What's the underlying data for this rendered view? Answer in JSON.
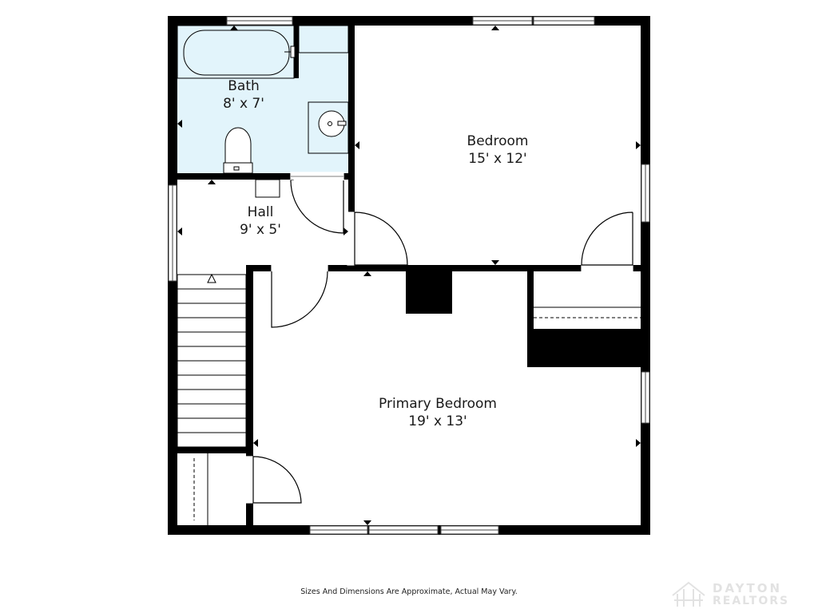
{
  "rooms": {
    "bath": {
      "name": "Bath",
      "size": "8' x 7'"
    },
    "bedroom": {
      "name": "Bedroom",
      "size": "15' x 12'"
    },
    "hall": {
      "name": "Hall",
      "size": "9' x 5'"
    },
    "primary_bedroom": {
      "name": "Primary Bedroom",
      "size": "19' x 13'"
    }
  },
  "footer": {
    "disclaimer": "Sizes And Dimensions Are Approximate, Actual May Vary."
  },
  "watermark": {
    "line1": "DAYTON",
    "line2": "REALTORS"
  },
  "colors": {
    "wall": "#000000",
    "bath_fill": "#e2f4fb",
    "background": "#ffffff"
  }
}
